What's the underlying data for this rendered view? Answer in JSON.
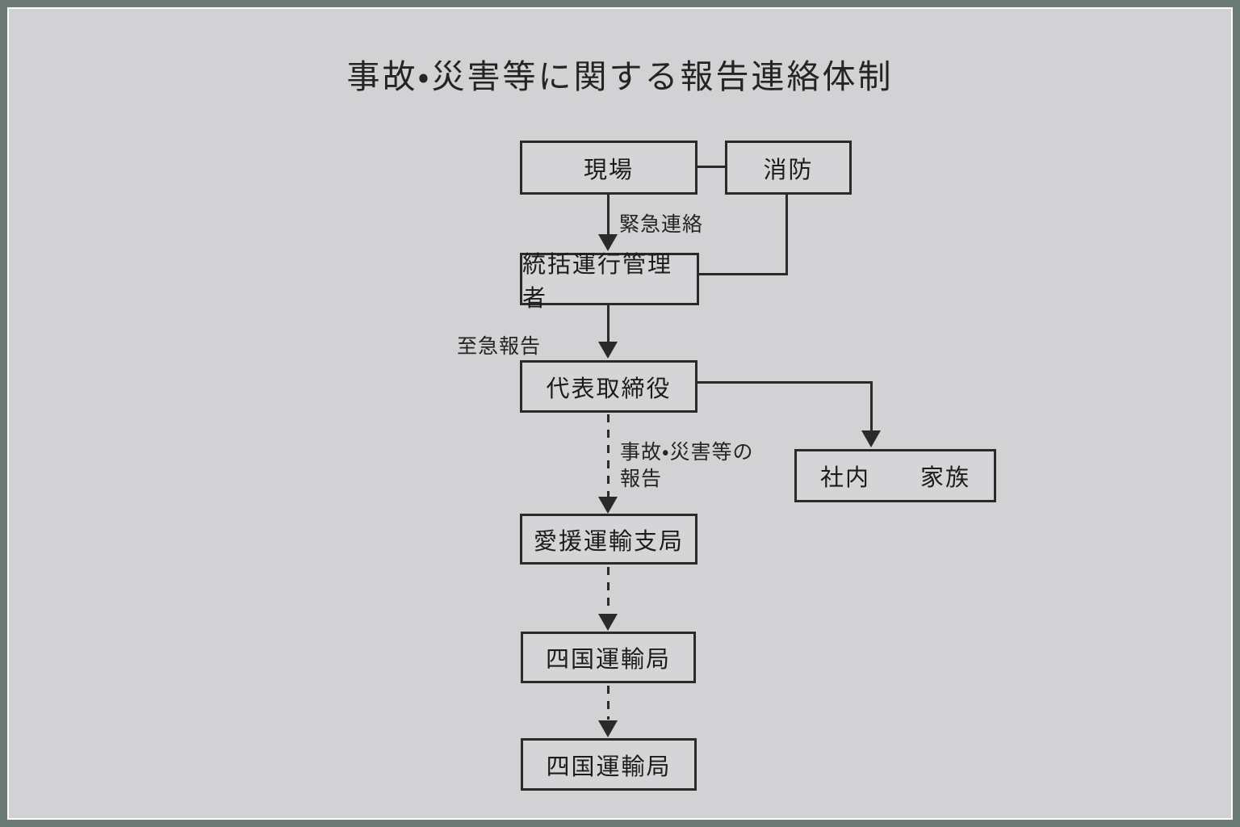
{
  "title": "事故・災害等に関する報告連絡体制",
  "nodes": {
    "genba": "現場",
    "shobo": "消防",
    "tokatsu": "統括運行管理者",
    "daihyo": "代表取締役",
    "shanai_left": "社内",
    "shanai_right": "家族",
    "ehime": "愛援運輸支局",
    "shikoku_upper": "四国運輸局",
    "shikoku_lower": "四国運輸局"
  },
  "edge_labels": {
    "emergency_contact": "緊急連絡",
    "urgent_report": "至急報告",
    "accident_report_line1": "事故・災害等の",
    "accident_report_line2": "報告"
  },
  "colors": {
    "frame_border": "#6b7a73",
    "inner_frame_line": "#fafcfa",
    "background": "#d2d1d4",
    "box_border": "#2a2a2a",
    "line": "#2a2a2a",
    "text": "#1c1c1c"
  }
}
